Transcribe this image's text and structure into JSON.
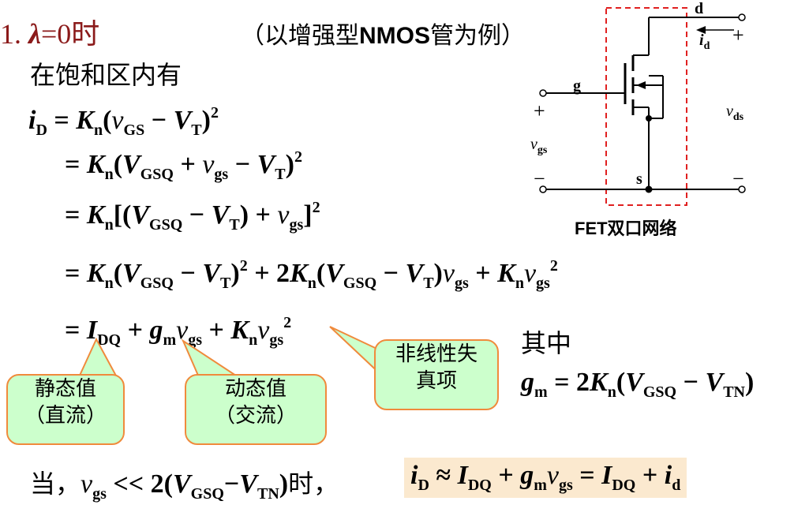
{
  "title": {
    "num": "1.",
    "lambda": "λ",
    "rest": "=0时"
  },
  "note": {
    "open": "（以增强型",
    "nmos": "NMOS",
    "close": "管为例）"
  },
  "subtitle": "在饱和区内有",
  "bubbles": {
    "static": [
      "静态值",
      "（直流）"
    ],
    "dynamic": [
      "动态值",
      "（交流）"
    ],
    "nonlinear": [
      "非线性失",
      "真项"
    ]
  },
  "qizhong": "其中",
  "condition": {
    "when": "当，",
    "at": "时，"
  },
  "circuit": {
    "caption": "FET双口网络",
    "d": "d",
    "g": "g",
    "s": "s",
    "plus": "+",
    "minus": "−",
    "id_main": "i",
    "id_sub": "d",
    "vds_main": "v",
    "vds_sub": "ds",
    "vgs_main": "v",
    "vgs_sub": "gs"
  },
  "colors": {
    "title": "#8b1a1a",
    "bubble_fill": "#ccffcc",
    "bubble_border": "#f08a3c",
    "highlight": "#fbe9cf",
    "dashed_box": "#e02020"
  }
}
